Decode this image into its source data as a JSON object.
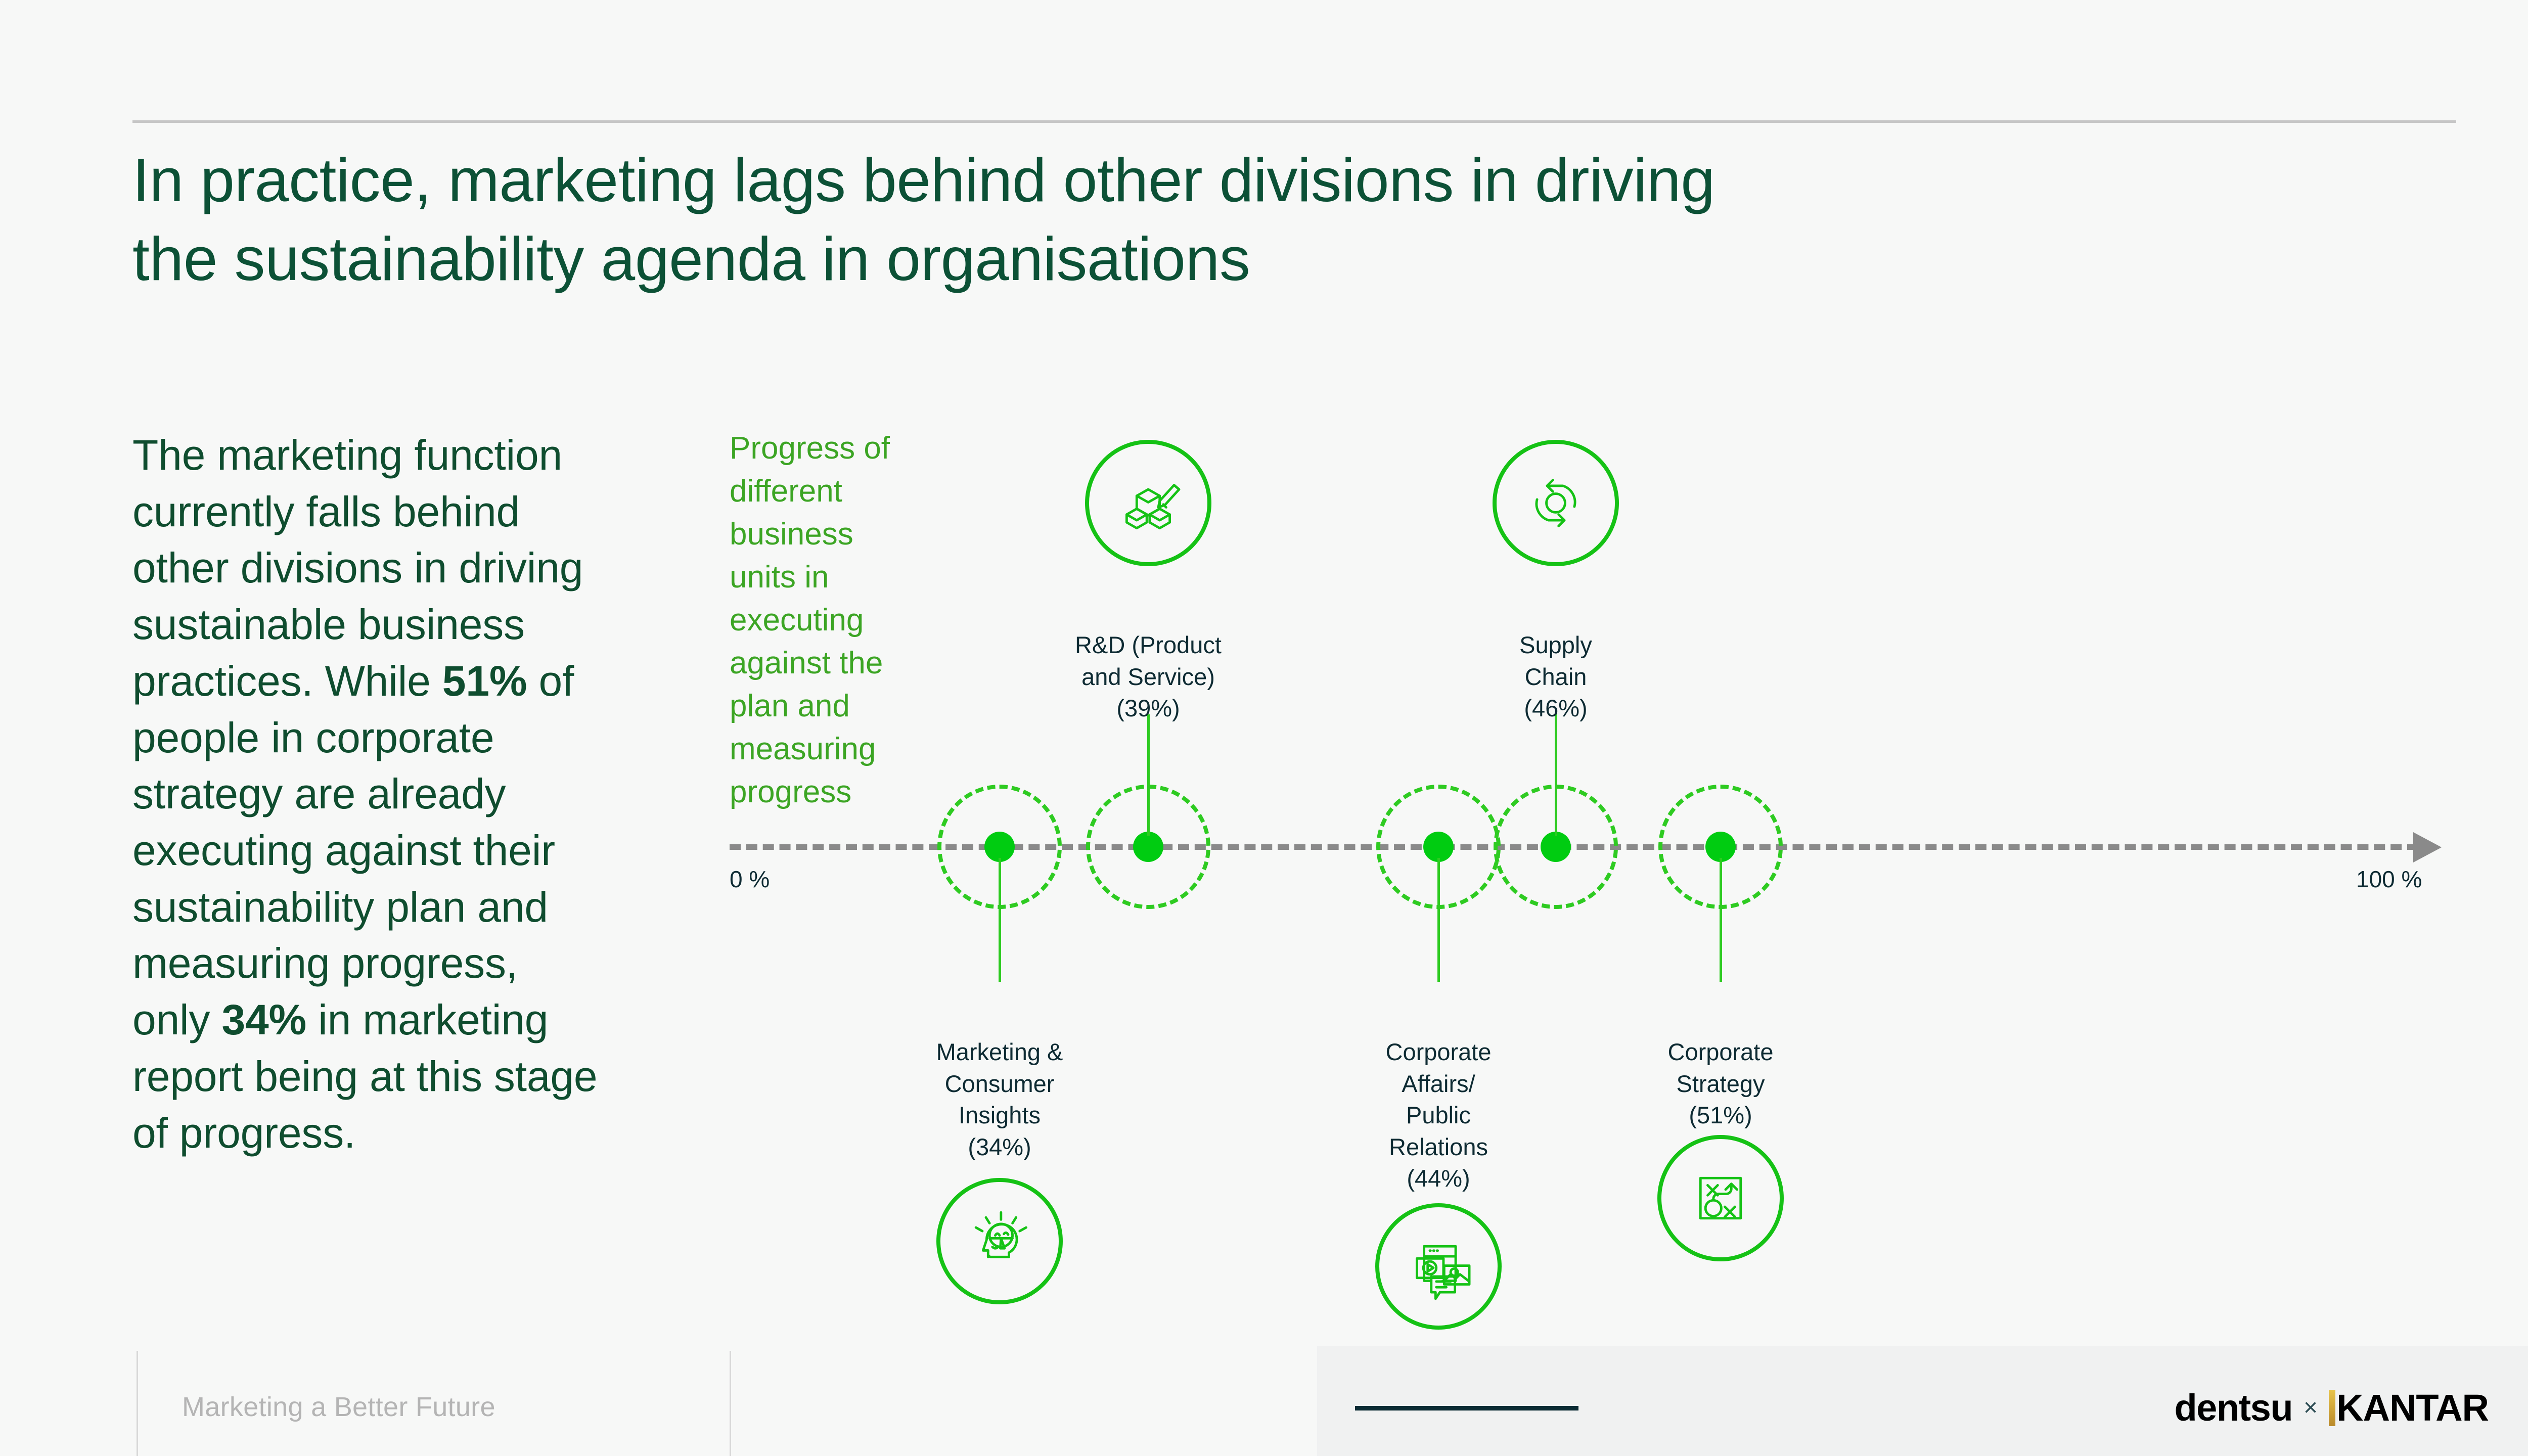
{
  "slide": {
    "title": "In practice, marketing lags behind other divisions in driving the sustainability agenda in organisations",
    "title_line1": "In practice, marketing lags behind other divisions in driving",
    "title_line2": "the sustainability agenda in organisations",
    "body_part1": "The marketing function currently falls behind other divisions in driving sustainable business practices. While ",
    "body_stat1": "51%",
    "body_part2": " of people in corporate strategy are already executing against their sustainability plan and measuring progress, only ",
    "body_stat2": "34%",
    "body_part3": " in marketing report being at this stage of progress.",
    "caption": "Progress of different business units in executing against the plan and measuring progress"
  },
  "axis": {
    "min_label": "0 %",
    "max_label": "100 %",
    "min_value": 0,
    "max_value": 100
  },
  "colors": {
    "background": "#f7f8f7",
    "title_green": "#0c5136",
    "body_green": "#0f4d2f",
    "caption_green": "#3ca524",
    "dot_green": "#00cc11",
    "icon_green": "#15c215",
    "label_navy": "#0e2b33",
    "axis_grey": "#8a8a8a",
    "footer_grey": "#b4b4b4",
    "kantar_gold": "#c9a13a"
  },
  "chart_data": {
    "type": "scatter",
    "title": "Progress of different business units in executing against the plan and measuring progress",
    "xlabel": "",
    "ylabel": "",
    "xlim": [
      0,
      100
    ],
    "tick_labels": [
      "0 %",
      "100 %"
    ],
    "grid": false,
    "legend": "none",
    "categories": [
      "Marketing & Consumer Insights",
      "R&D (Product and Service)",
      "Corporate Affairs/ Public Relations",
      "Supply Chain",
      "Corporate Strategy"
    ],
    "values": [
      34,
      39,
      44,
      46,
      51
    ],
    "units": "%"
  },
  "nodes": [
    {
      "id": "marketing-consumer-insights",
      "label": "Marketing &\nConsumer\nInsights\n(34%)",
      "label_lines": [
        "Marketing &",
        "Consumer",
        "Insights",
        "(34%)"
      ],
      "value": 34,
      "value_label": "(34%)",
      "side": "below",
      "icon": "head-lightbulb-icon"
    },
    {
      "id": "rd-product-and-service",
      "label": "R&D (Product\nand Service)\n(39%)",
      "label_lines": [
        "R&D (Product",
        "and Service)",
        "(39%)"
      ],
      "value": 39,
      "value_label": "(39%)",
      "side": "above",
      "icon": "cubes-pencil-icon"
    },
    {
      "id": "corporate-affairs-public-relations",
      "label": "Corporate\nAffairs/\nPublic\nRelations\n(44%)",
      "label_lines": [
        "Corporate",
        "Affairs/",
        "Public",
        "Relations",
        "(44%)"
      ],
      "value": 44,
      "value_label": "(44%)",
      "side": "below",
      "icon": "media-channels-icon"
    },
    {
      "id": "supply-chain",
      "label": "Supply\nChain\n(46%)",
      "label_lines": [
        "Supply",
        "Chain",
        "(46%)"
      ],
      "value": 46,
      "value_label": "(46%)",
      "side": "above",
      "icon": "circular-arrows-icon"
    },
    {
      "id": "corporate-strategy",
      "label": "Corporate\nStrategy\n(51%)",
      "label_lines": [
        "Corporate",
        "Strategy",
        "(51%)"
      ],
      "value": 51,
      "value_label": "(51%)",
      "side": "below",
      "icon": "strategy-playbook-icon"
    }
  ],
  "footer": {
    "report_name": "Marketing a Better Future",
    "logo_primary": "dentsu",
    "logo_separator": "×",
    "logo_secondary": "KANTAR"
  }
}
